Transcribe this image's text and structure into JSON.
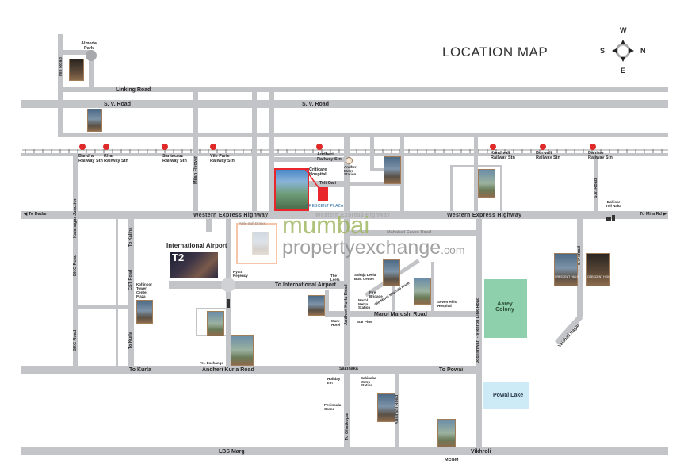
{
  "title": "LOCATION MAP",
  "compass": {
    "north": "N",
    "south": "S",
    "east": "E",
    "west": "W"
  },
  "watermark": {
    "line1": "mumbai",
    "line2": "propertyexchange",
    "suffix": ".com"
  },
  "roads": {
    "hill_road": "Hill Road",
    "linking_road": "Linking Road",
    "sv_road_left": "S. V. Road",
    "sv_road_right": "S. V. Road",
    "milan_flyover": "Milan Flyover",
    "kalanagar_junction": "Kalanagar Junction",
    "western_express_1": "Western Express Highway",
    "western_express_2": "Western Express Highway",
    "western_express_3": "Western Express Highway",
    "mahakali_caves_road": "Mahakali Caves Road",
    "to_international_airport": "To International Airport",
    "andheri_kurla_road_vertical": "Andheri Kurla Road",
    "marol_maroshi_road": "Marol Maroshi Road",
    "old_marol_maroshi": "Old Marol Maroshi Road",
    "bkc_road_1": "BKC Road",
    "bkc_road_2": "BKC Road",
    "cst_road": "CST Road",
    "to_kalina": "To Kalina",
    "to_kurla_vertical": "To Kurla",
    "to_kurla": "To Kurla",
    "andheri_kurla_road": "Andheri Kurla Road",
    "sakinaka": "Sakinaka",
    "to_powai": "To Powai",
    "jvlr": "Jogeshwari - Vikhroli Link Road",
    "to_ghatkopar": "To Ghatkopar",
    "khairani_road": "Khairani Road",
    "lbs_marg": "LBS Marg",
    "vikhroli": "Vikhroli",
    "mcgm": "MCGM",
    "sv_road_east": "S.V. Road",
    "sp_road": "S P Road",
    "vaishali_nagar": "Vaishali Nagar",
    "tali_gali": "Teli Gali",
    "to_dadar": "To Dadar",
    "to_mira_rd": "To Mira Rd"
  },
  "railway_stations": [
    {
      "name": "Bandra\nRailway Stn"
    },
    {
      "name": "Khar\nRailway Stn"
    },
    {
      "name": "Santacruz\nRailway Stn"
    },
    {
      "name": "Vile Parle\nRailway Stn"
    },
    {
      "name": "Andheri\nRailway Stn"
    },
    {
      "name": "Kandivali\nRailway Stn"
    },
    {
      "name": "Borivali\nRailway Stn"
    },
    {
      "name": "Dahisar\nRailway Stn"
    }
  ],
  "landmarks": {
    "almeda_park": "Almeda Park",
    "international_airport": "International Airport",
    "t2": "T2",
    "aarey_colony": "Aarey Colony",
    "powai_lake": "Powai Lake",
    "crescent_plaza": "CRESCENT PLAZA",
    "citicare_hospital": "Criticare Hospital",
    "dahisar_toll_naka": "Dahisar Toll Naka",
    "parle_soft_drinks": "Parle Soft Drinks",
    "kohinoor_tower": "Kohinoor Tower",
    "center_plaza": "Center Plaza",
    "tel_exchange": "Tel. Exchange",
    "the_leela": "The Leela",
    "marol_metro": "Marol Metro Station",
    "marol_bus": "Bus Center",
    "sahaja_leela": "Sahaja Leela Bus. Center",
    "fire_brigade": "Fire Brigade",
    "seven_hills": "Seven Hills Hospital",
    "mars_hotel": "Marx Hotel",
    "star_plus": "Star Plus",
    "holiday_inn": "Holiday Inn",
    "sakinaka_metro": "Sakinaka Metro Station",
    "peninsula_grand": "Peninsula Grand",
    "andheri_metro": "Andheri Metro Station",
    "hyatt_regency": "Hyatt Regency",
    "crescent_hills": "CRESCENT HILLS",
    "crescent_heights": "CRESCENT HEIGHTS"
  },
  "colors": {
    "road": "#c3c4c8",
    "station": "#e02a2a",
    "aarey": "#8fd0ac",
    "powai": "#cdeaf7",
    "plaza_red": "#e8262b",
    "watermark_green": "#9bb35a",
    "watermark_grey": "#8a8a8a"
  }
}
